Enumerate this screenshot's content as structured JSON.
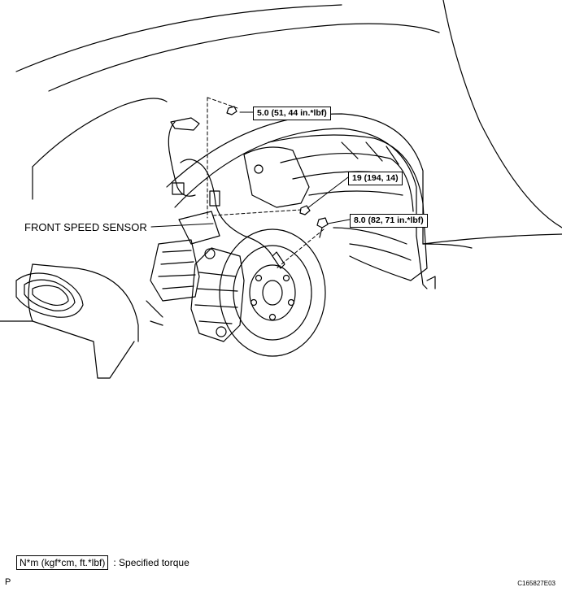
{
  "callouts": {
    "torque_top": "5.0 (51, 44 in.*lbf)",
    "torque_mid": "19 (194, 14)",
    "torque_lower": "8.0 (82, 71 in.*lbf)"
  },
  "labels": {
    "front_speed_sensor": "FRONT SPEED SENSOR"
  },
  "legend": {
    "unit_box": "N*m (kgf*cm, ft.*lbf)",
    "description": ": Specified torque"
  },
  "footer": {
    "page_letter": "P",
    "figure_code": "C165827E03"
  }
}
